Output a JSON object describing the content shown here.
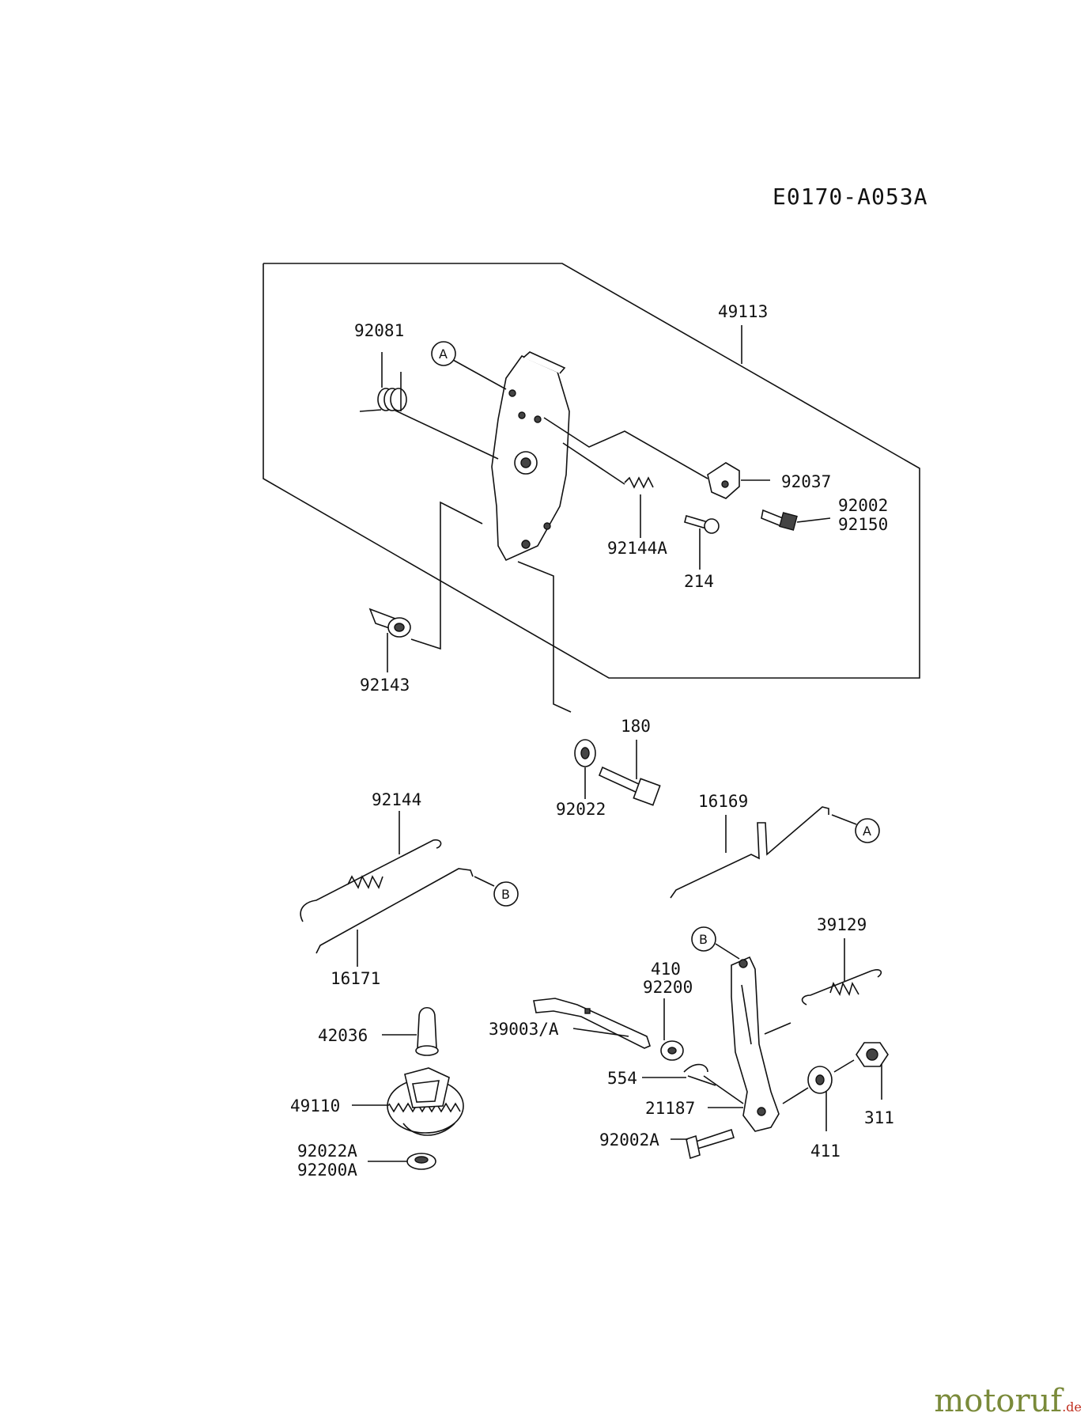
{
  "diagram_code": "E0170-A053A",
  "callouts": {
    "a": "A",
    "b": "B"
  },
  "parts": {
    "p49113": "49113",
    "p92081": "92081",
    "p92037": "92037",
    "p92002": "92002",
    "p92150": "92150",
    "p92144A": "92144A",
    "p214": "214",
    "p92143": "92143",
    "p180": "180",
    "p92022": "92022",
    "p92144": "92144",
    "p16169": "16169",
    "p16171": "16171",
    "p39129": "39129",
    "p410": "410",
    "p92200": "92200",
    "p39003A": "39003/A",
    "p42036": "42036",
    "p554": "554",
    "p49110": "49110",
    "p21187": "21187",
    "p92022A": "92022A",
    "p92200A": "92200A",
    "p92002A": "92002A",
    "p311": "311",
    "p411": "411"
  },
  "watermark": {
    "brand": "motoruf",
    "tld": ".de"
  }
}
